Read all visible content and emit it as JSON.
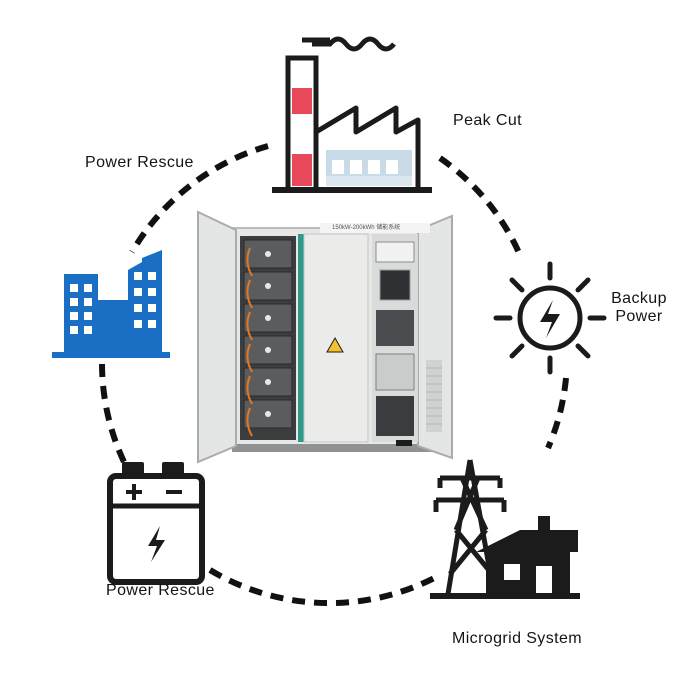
{
  "labels": {
    "peak_cut": "Peak Cut",
    "power_rescue_top": "Power Rescue",
    "backup_power_line1": "Backup",
    "backup_power_line2": "Power",
    "power_rescue_bottom": "Power Rescue",
    "microgrid_system": "Microgrid System",
    "cabinet_plate": "150kW-200kWh 储能系统"
  },
  "icons": {
    "factory": "factory-icon",
    "buildings": "city-buildings-icon",
    "sun": "sun-bolt-icon",
    "battery": "battery-bolt-icon",
    "microgrid": "transmission-tower-house-icon",
    "cabinet": "energy-storage-cabinet-image"
  },
  "colors": {
    "accent_red": "#e8495a",
    "accent_blue": "#1a6fc4",
    "icon_dark": "#1b1b1b",
    "factory_light": "#c9dbe6",
    "cabinet_body": "#e7e8e6",
    "cabinet_stripe": "#2f9a8a"
  }
}
